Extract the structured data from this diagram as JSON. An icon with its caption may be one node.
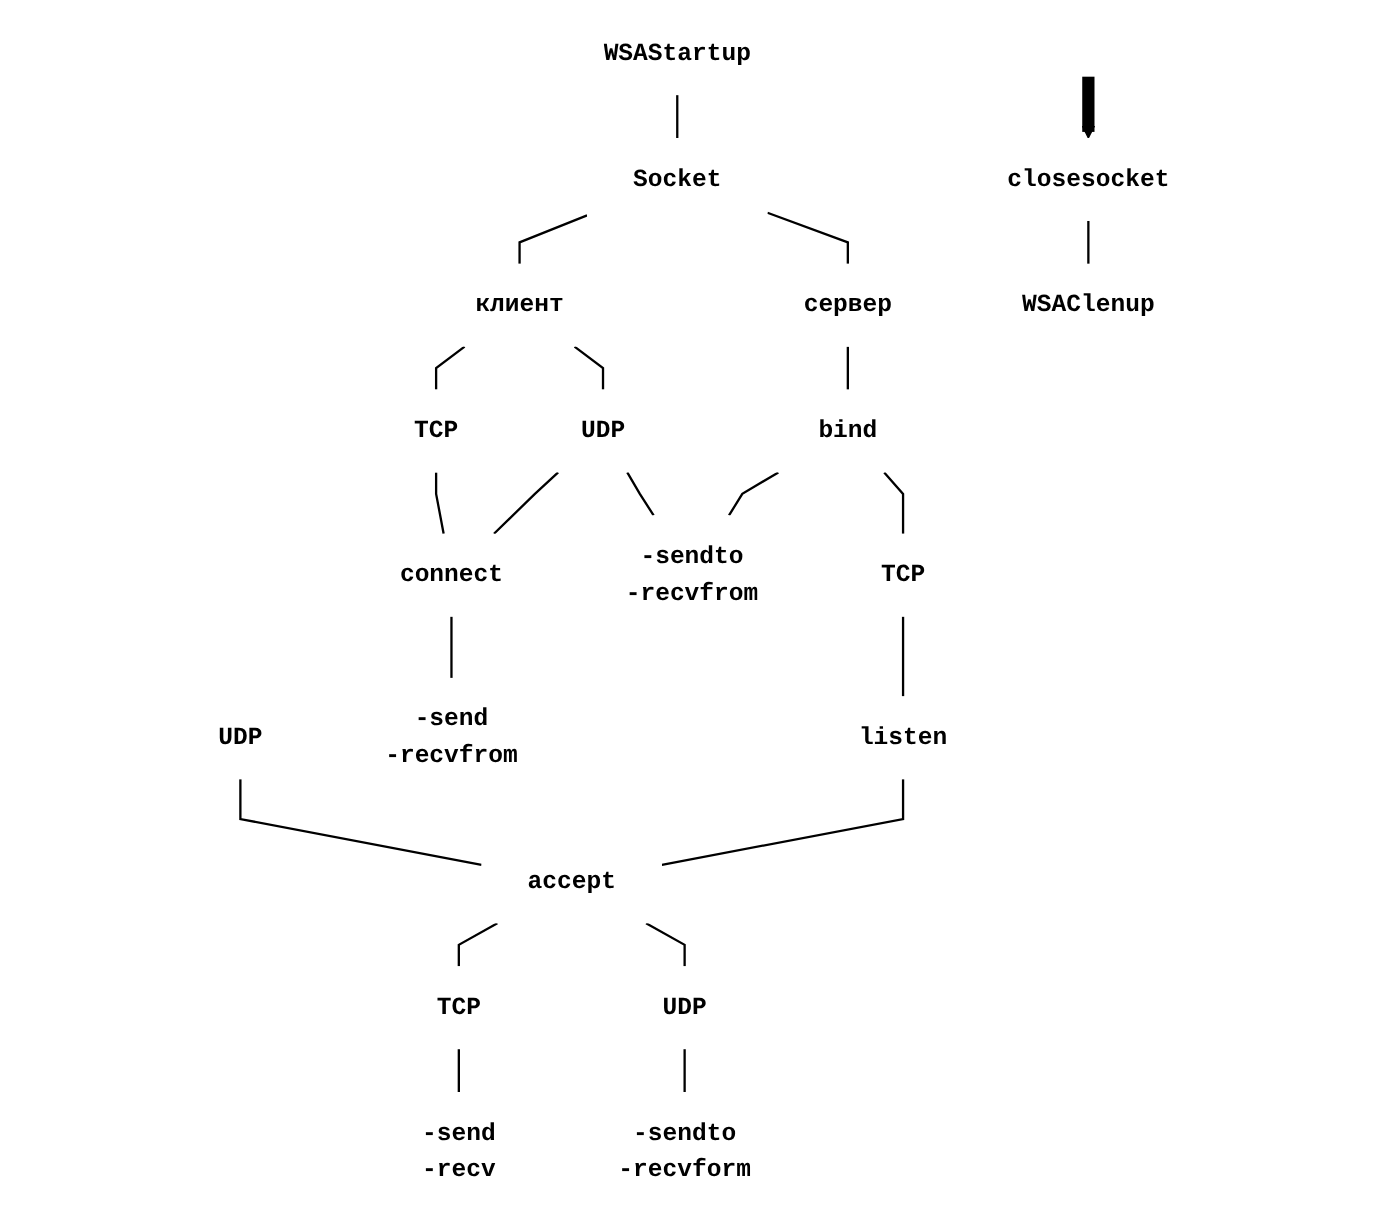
{
  "diagram": {
    "nodes": [
      {
        "text": [
          "WSAStartup"
        ]
      },
      {
        "text": [
          "Socket"
        ]
      },
      {
        "text": [
          "клиент"
        ]
      },
      {
        "text": [
          "сервер"
        ]
      },
      {
        "text": [
          "TCP"
        ]
      },
      {
        "text": [
          "UDP"
        ]
      },
      {
        "text": [
          "bind"
        ]
      },
      {
        "text": [
          "connect"
        ]
      },
      {
        "text": [
          "-sendto",
          "-recvfrom"
        ]
      },
      {
        "text": [
          "TCP"
        ]
      },
      {
        "text": [
          "UDP"
        ]
      },
      {
        "text": [
          "-send",
          "-recvfrom"
        ]
      },
      {
        "text": [
          "listen"
        ]
      },
      {
        "text": [
          "accept"
        ]
      },
      {
        "text": [
          "TCP"
        ]
      },
      {
        "text": [
          "UDP"
        ]
      },
      {
        "text": [
          "-send",
          "-recv"
        ]
      },
      {
        "text": [
          "-sendto",
          "-recvform"
        ]
      },
      {
        "text": [
          "closesocket"
        ]
      },
      {
        "text": [
          "WSAClenup"
        ]
      }
    ],
    "edges": [
      {
        "from": 0,
        "to": 1,
        "arrow": "none"
      },
      {
        "from": 1,
        "to": 2,
        "arrow": "none"
      },
      {
        "from": 1,
        "to": 3,
        "arrow": "none"
      },
      {
        "from": 2,
        "to": 4,
        "arrow": "none"
      },
      {
        "from": 2,
        "to": 5,
        "arrow": "none"
      },
      {
        "from": 3,
        "to": 6,
        "arrow": "none"
      },
      {
        "from": 4,
        "to": 7,
        "arrow": "none"
      },
      {
        "from": 5,
        "to": 7,
        "arrow": "none"
      },
      {
        "from": 5,
        "to": 8,
        "arrow": "none"
      },
      {
        "from": 6,
        "to": 8,
        "arrow": "none"
      },
      {
        "from": 6,
        "to": 9,
        "arrow": "none"
      },
      {
        "from": 7,
        "to": 11,
        "arrow": "none"
      },
      {
        "from": 9,
        "to": 12,
        "arrow": "none"
      },
      {
        "from": 12,
        "to": 13,
        "arrow": "none"
      },
      {
        "from": 10,
        "to": 13,
        "arrow": "none"
      },
      {
        "from": 13,
        "to": 14,
        "arrow": "none"
      },
      {
        "from": 13,
        "to": 15,
        "arrow": "none"
      },
      {
        "from": 14,
        "to": 16,
        "arrow": "none"
      },
      {
        "from": 15,
        "to": 17,
        "arrow": "none"
      },
      {
        "from": null,
        "to": 18,
        "arrow": "to",
        "style": "thick"
      },
      {
        "from": 18,
        "to": 19,
        "arrow": "none"
      }
    ]
  }
}
